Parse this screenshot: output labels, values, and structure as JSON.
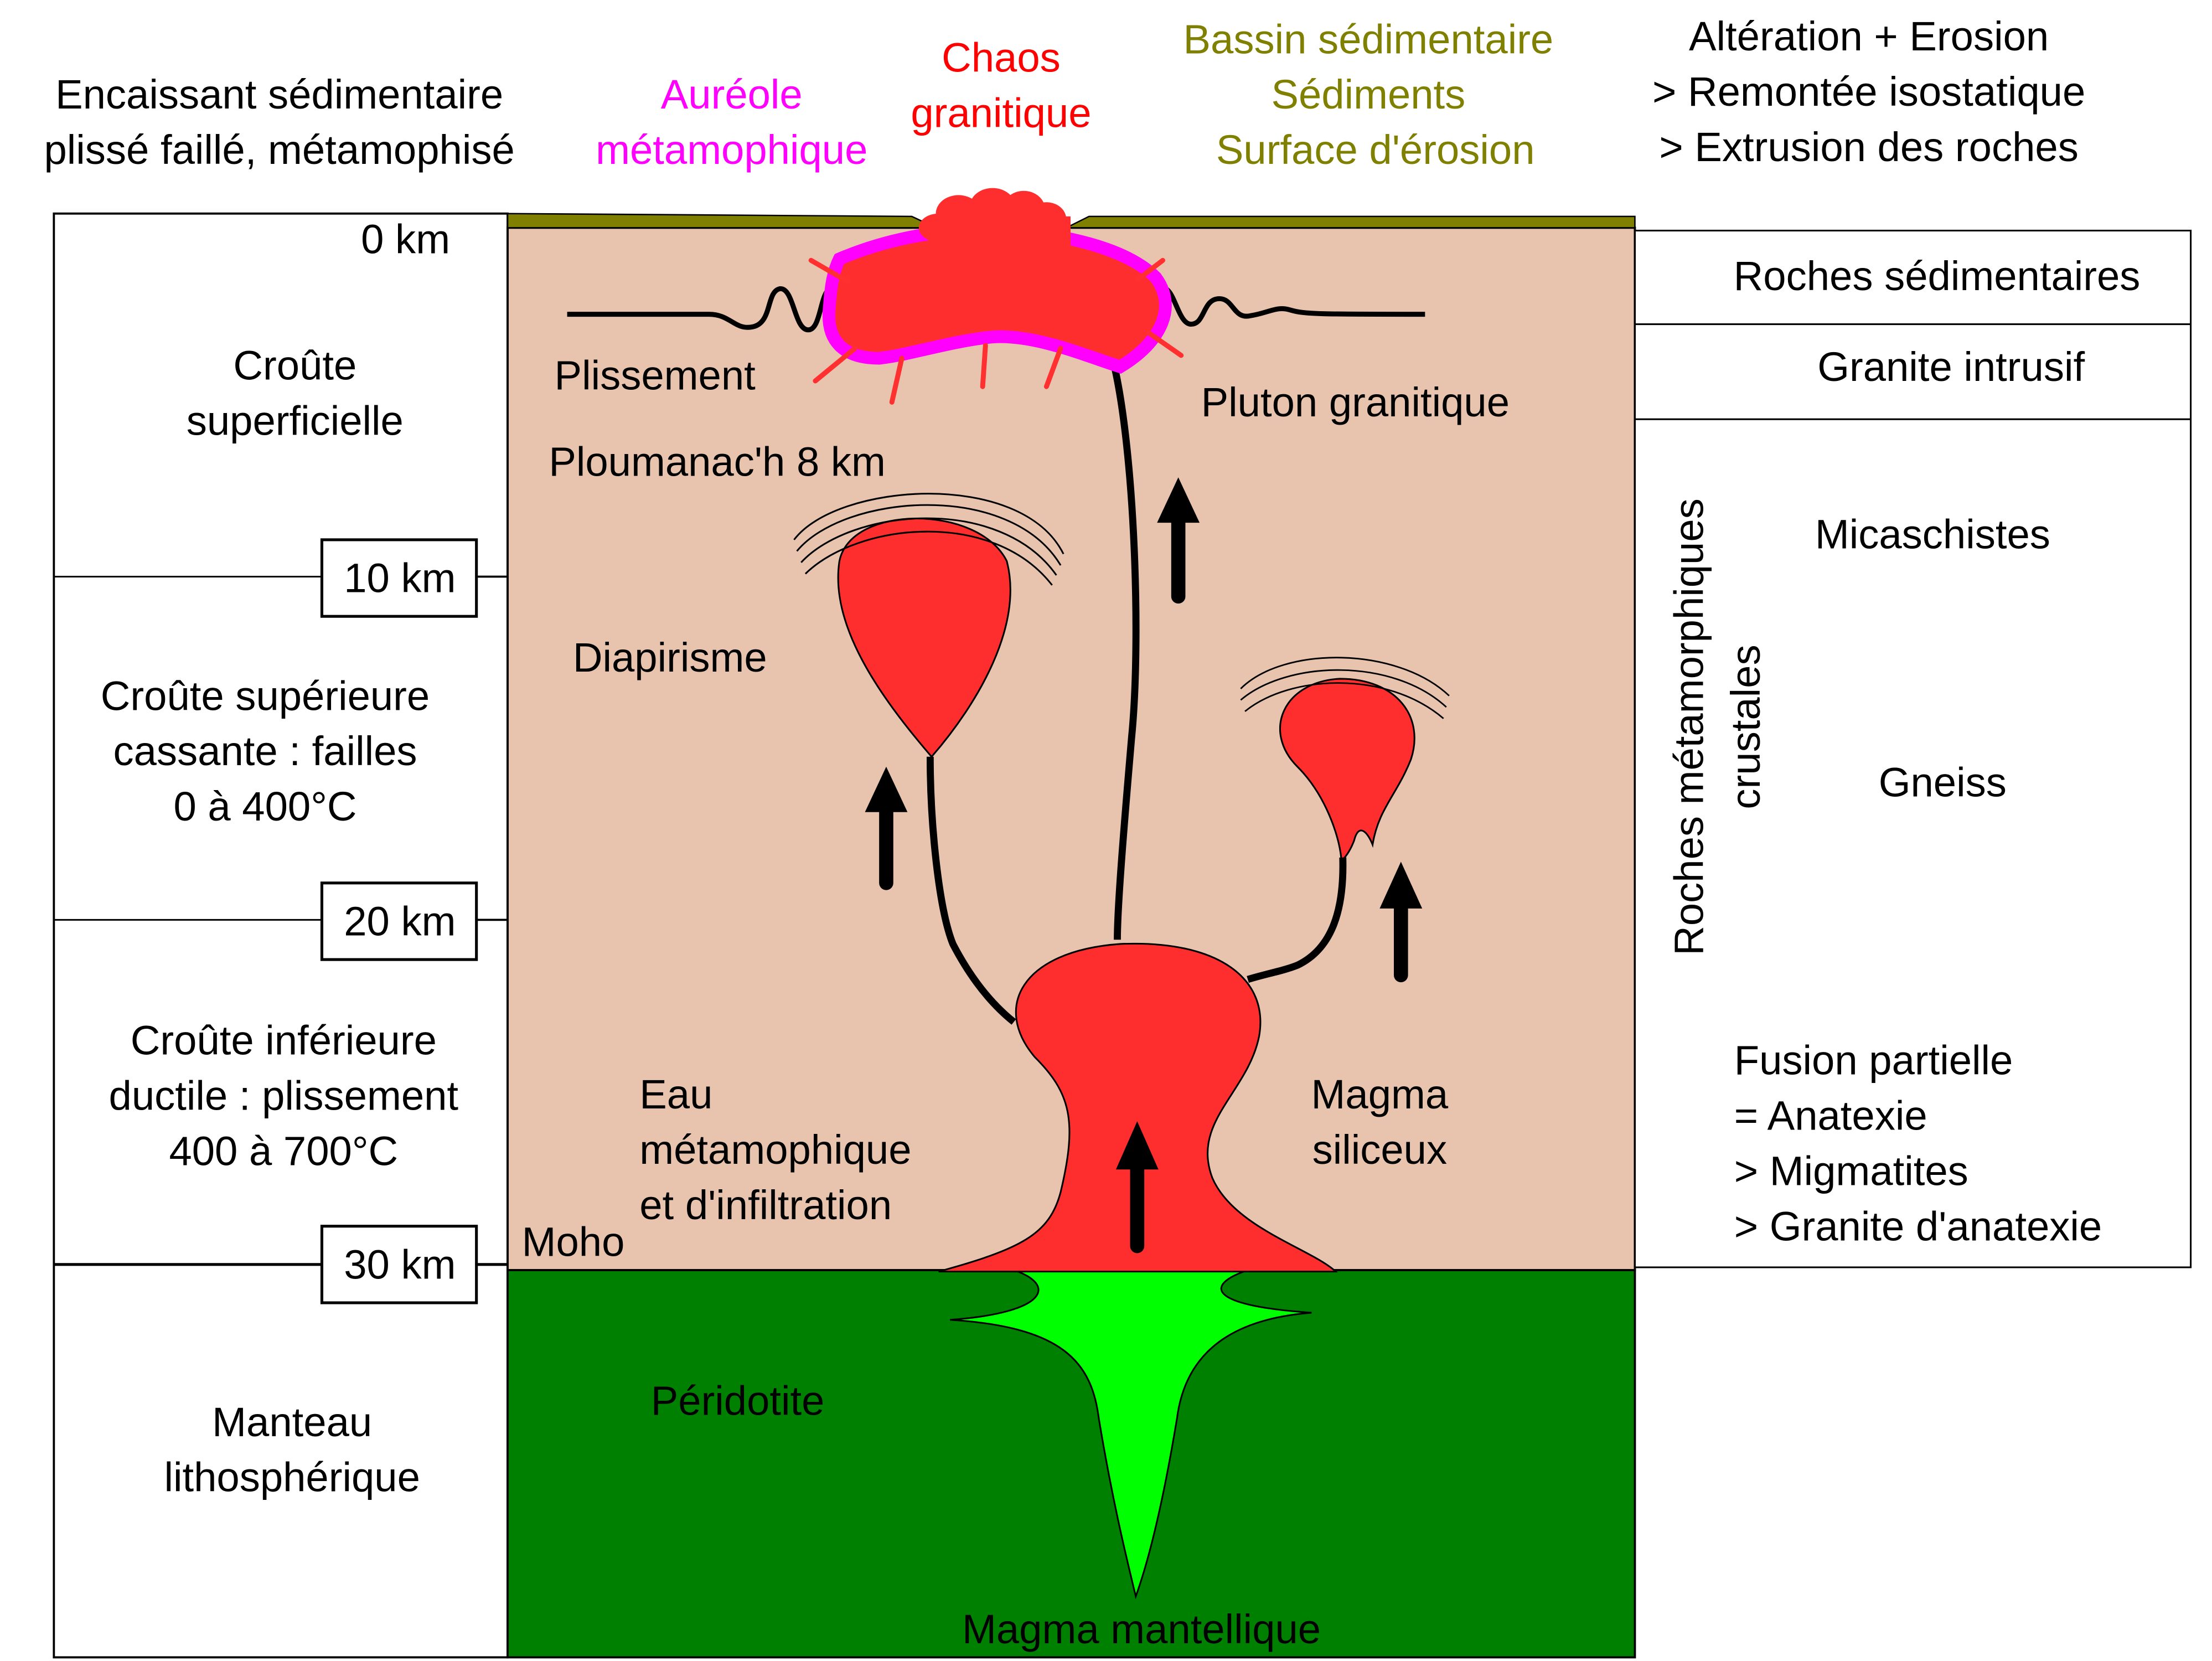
{
  "top": {
    "encaissant": [
      "Encaissant sédimentaire",
      "plissé faillé, métamophisé"
    ],
    "aureole": [
      "Auréole",
      "métamophique"
    ],
    "chaos": [
      "Chaos",
      "granitique"
    ],
    "bassin": [
      "Bassin sédimentaire",
      "Sédiments",
      "Surface d'érosion"
    ],
    "alteration": [
      "Altération + Erosion",
      "> Remontée isostatique",
      "> Extrusion des roches"
    ]
  },
  "left_column": {
    "depths": [
      "0 km",
      "10 km",
      "20 km",
      "30 km"
    ],
    "zones": [
      [
        "Croûte",
        "superficielle"
      ],
      [
        "Croûte supérieure",
        "cassante : failles",
        "0 à 400°C"
      ],
      [
        "Croûte inférieure",
        "ductile : plissement",
        "400 à 700°C"
      ],
      [
        "Manteau",
        "lithosphérique"
      ]
    ]
  },
  "center": {
    "plissement": "Plissement",
    "pluton": "Pluton granitique",
    "ploumanach": "Ploumanac'h 8 km",
    "diapirisme": "Diapirisme",
    "eau": [
      "Eau",
      "métamophique",
      "et d'infiltration"
    ],
    "magma_siliceux": [
      "Magma",
      "siliceux"
    ],
    "moho": "Moho",
    "peridotite": "Péridotite",
    "magma_mantellique": "Magma mantellique"
  },
  "right_column": {
    "roches_sed": "Roches sédimentaires",
    "granite_intrusif": "Granite intrusif",
    "roches_meta": [
      "Roches métamorphiques",
      "crustales"
    ],
    "micaschistes": "Micaschistes",
    "gneiss": "Gneiss",
    "fusion": [
      "Fusion partielle",
      "= Anatexie",
      "> Migmatites",
      "> Granite d'anatexie"
    ]
  },
  "colors": {
    "crust": "#e8c4ae",
    "mantle": "#008000",
    "magma_mantle": "#00ff00",
    "granite": "#ff2e2e",
    "aureole": "#ff00ff",
    "sediment": "#808000",
    "aureole_text": "#ff00ff",
    "chaos_text": "#ff0000",
    "bassin_text": "#808000"
  }
}
